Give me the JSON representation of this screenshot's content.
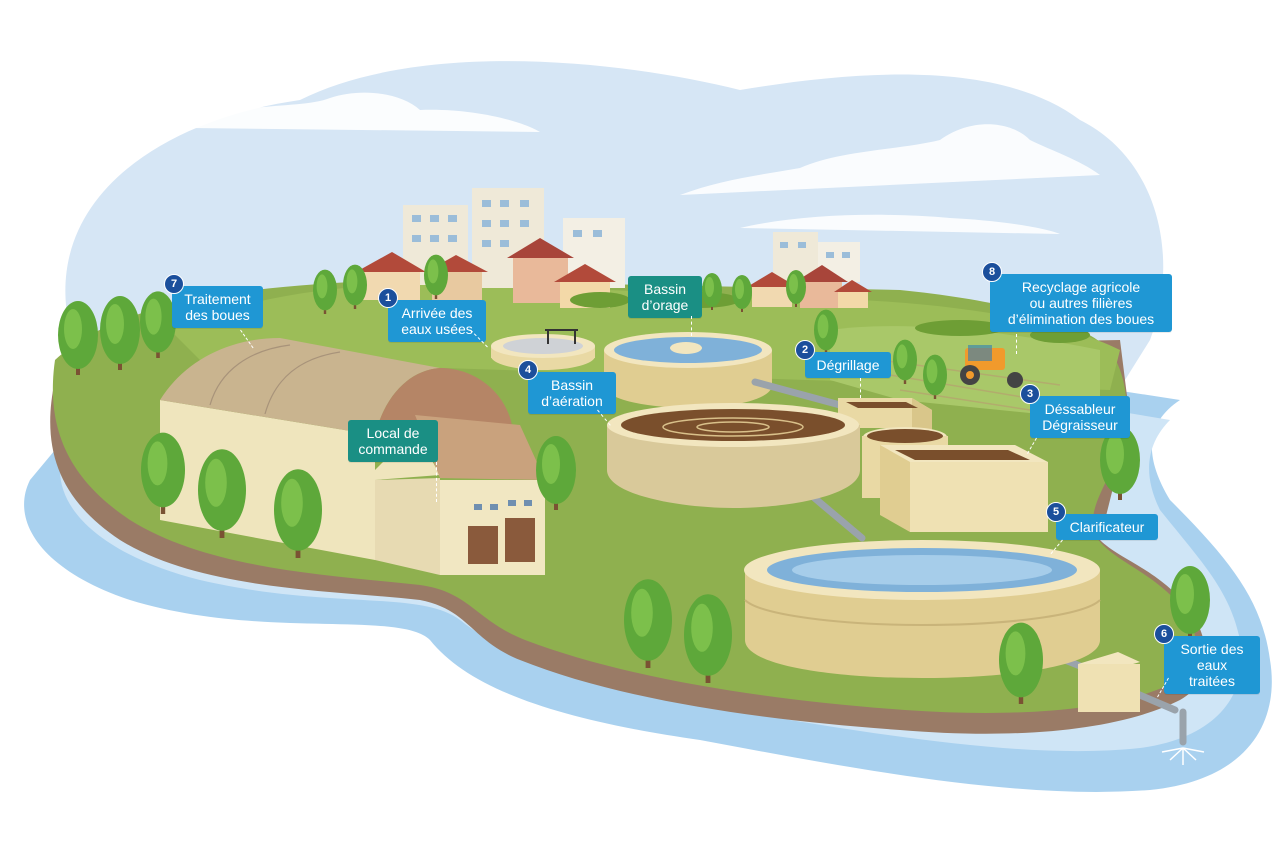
{
  "callouts": [
    {
      "id": "arrivee",
      "num": "1",
      "text": "Arrivée des\neaux usées"
    },
    {
      "id": "degrillage",
      "num": "2",
      "text": "Dégrillage"
    },
    {
      "id": "dessableur",
      "num": "3",
      "text": "Déssableur\nDégraisseur"
    },
    {
      "id": "aeration",
      "num": "4",
      "text": "Bassin\nd’aération"
    },
    {
      "id": "clarificateur",
      "num": "5",
      "text": "Clarificateur"
    },
    {
      "id": "sortie",
      "num": "6",
      "text": "Sortie des\neaux traitées"
    },
    {
      "id": "boues",
      "num": "7",
      "text": "Traitement\ndes boues"
    },
    {
      "id": "recyclage",
      "num": "8",
      "text": "Recyclage agricole\nou autres filières\nd’élimination des boues"
    },
    {
      "id": "orage",
      "num": "",
      "text": "Bassin\nd’orage"
    },
    {
      "id": "local",
      "num": "",
      "text": "Local de\ncommande"
    }
  ],
  "colors": {
    "sky": "#d6e6f5",
    "water": "#a9d1ef",
    "grass": "#8fb04f",
    "label_blue": "#1f97d4",
    "label_teal": "#1a8f84",
    "number_badge": "#1b4f9c",
    "tank": "#e9d9a4"
  }
}
